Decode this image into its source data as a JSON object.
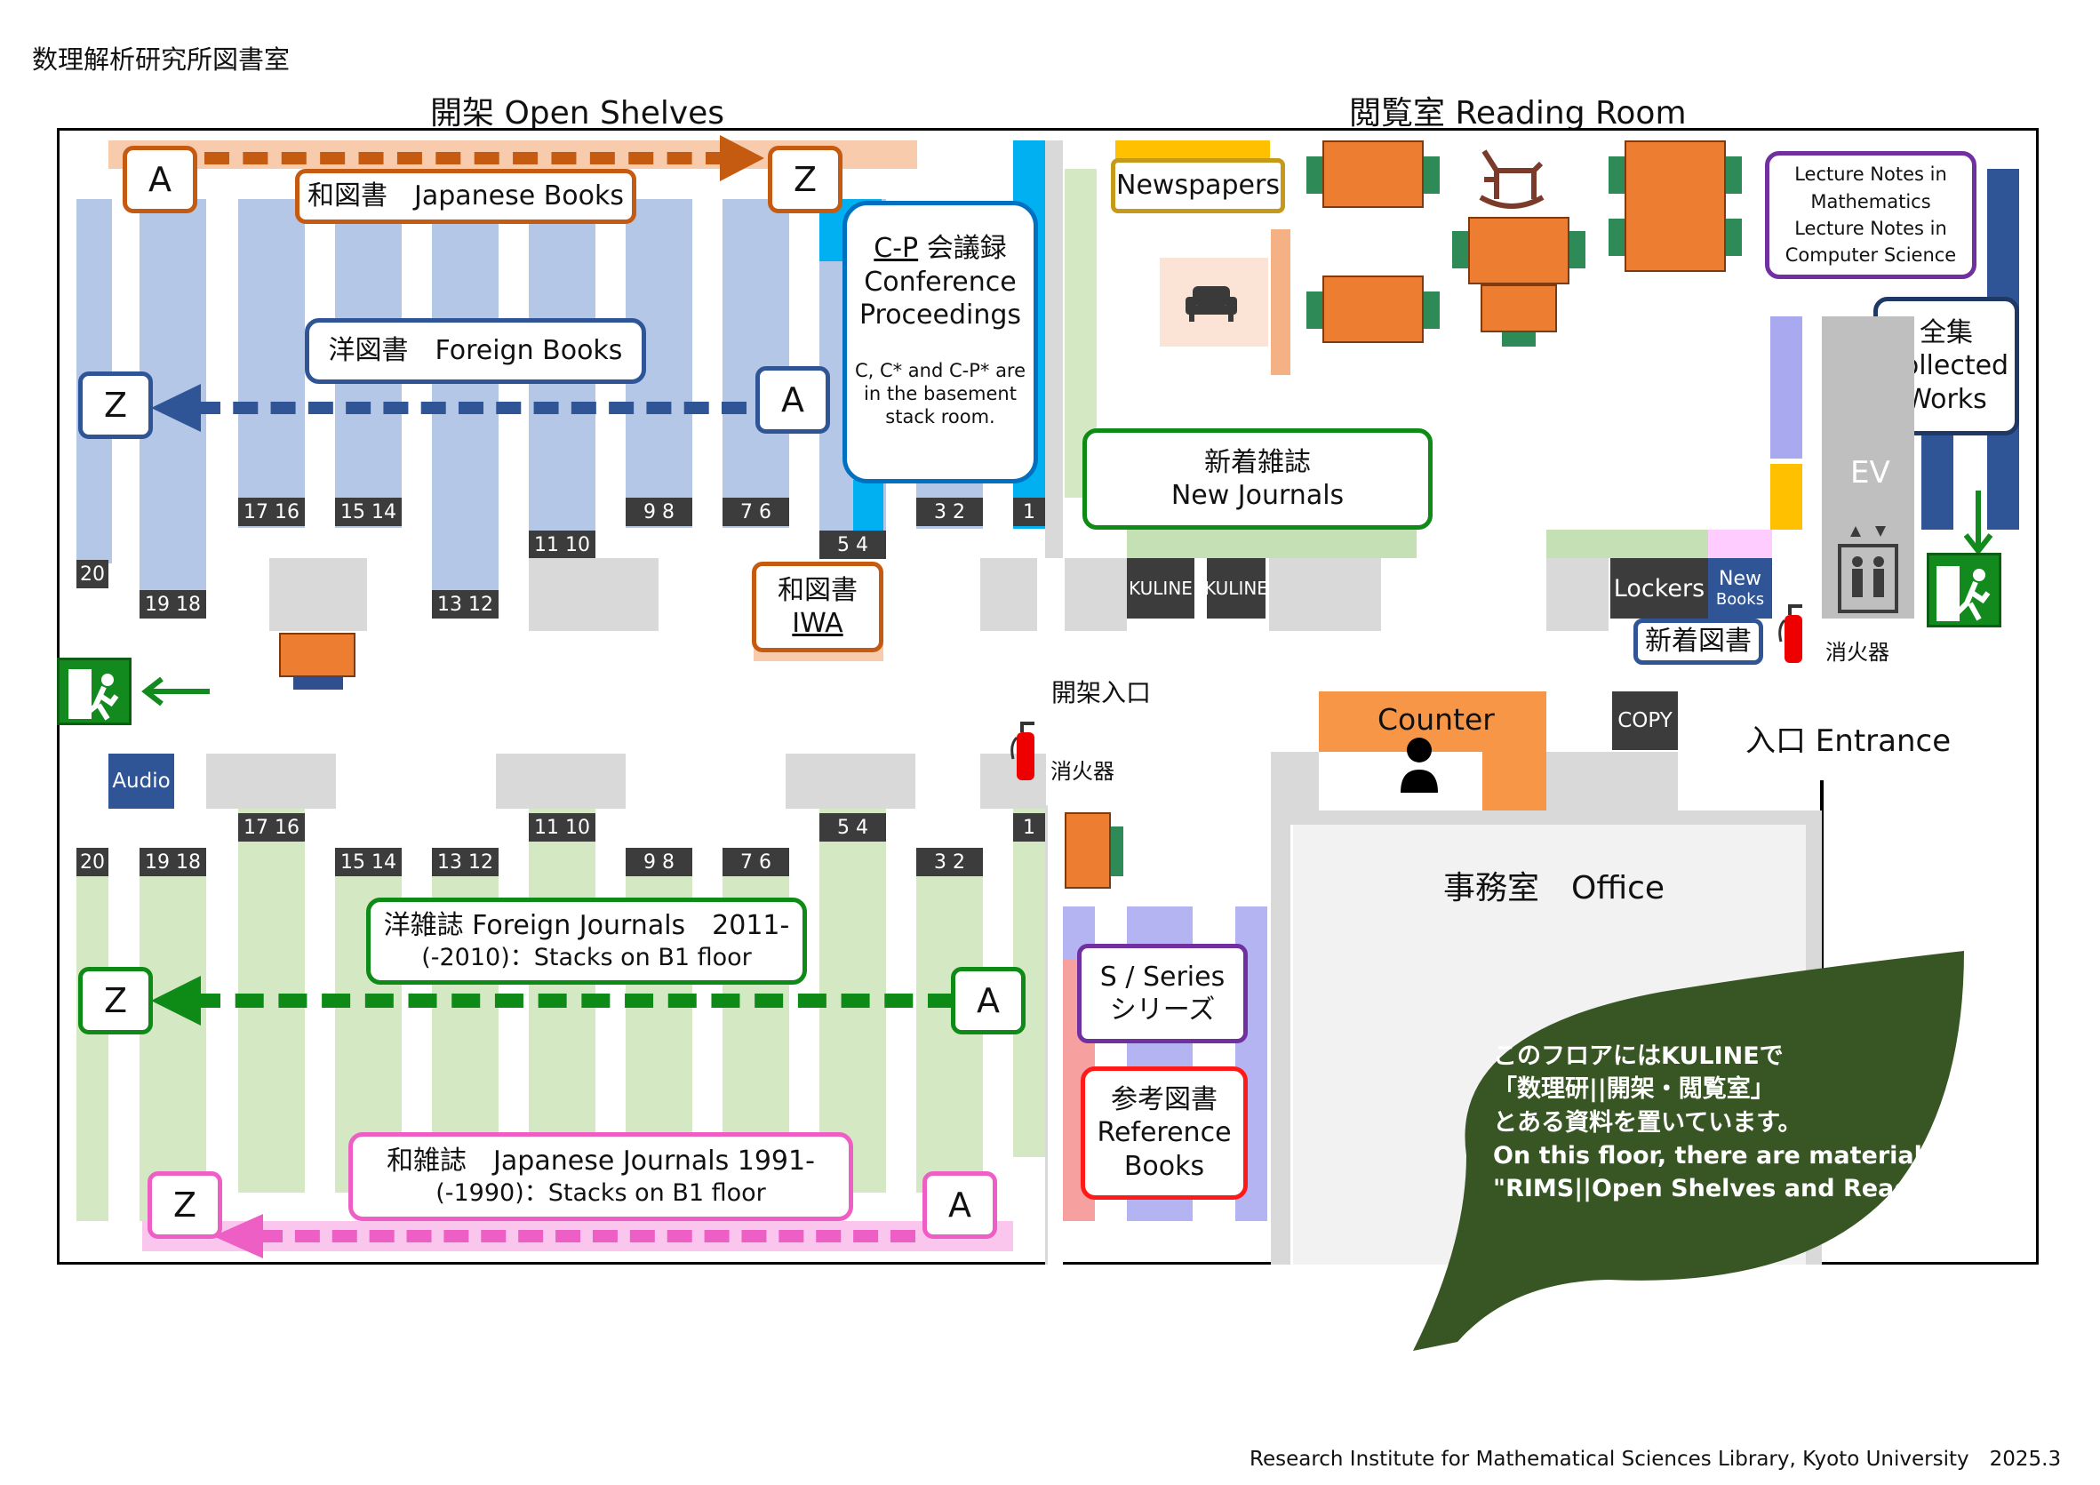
{
  "page_title": "数理解析研究所図書室",
  "footer": "Research Institute for Mathematical Sciences Library, Kyoto University　2025.3",
  "sections": {
    "open_shelves": "開架 Open Shelves",
    "reading_room": "閲覧室 Reading Room"
  },
  "top_shelves": {
    "japanese_books": {
      "label": "和図書　Japanese Books",
      "start": "A",
      "end": "Z"
    },
    "foreign_books": {
      "label": "洋図書　Foreign Books",
      "start": "A",
      "end": "Z"
    },
    "conference": {
      "title_prefix": "C-P",
      "title_jp": "会議録",
      "title_en1": "Conference",
      "title_en2": "Proceedings",
      "note1": "C, C* and C-P* are",
      "note2": "in the basement",
      "note3": "stack room."
    },
    "iwa": {
      "line1": "和図書",
      "line2": "IWA"
    },
    "row_numbers": [
      "20",
      "19 18",
      "17 16",
      "15 14",
      "13 12",
      "11 10",
      "9 8",
      "7 6",
      "5 4",
      "3 2",
      "1"
    ]
  },
  "bottom_shelves": {
    "foreign_journals": {
      "line1": "洋雑誌 Foreign Journals　2011-",
      "line2": "(-2010)：Stacks on B1 floor",
      "start": "A",
      "end": "Z"
    },
    "japanese_journals": {
      "line1": "和雑誌　Japanese Journals 1991-",
      "line2": "(-1990)：Stacks on B1 floor",
      "start": "A",
      "end": "Z"
    },
    "row_numbers": [
      "20",
      "19 18",
      "17 16",
      "15 14",
      "13 12",
      "11 10",
      "9 8",
      "7 6",
      "5 4",
      "3 2",
      "1"
    ]
  },
  "reading_room": {
    "newspapers": "Newspapers",
    "new_journals": {
      "jp": "新着雑誌",
      "en": "New Journals"
    },
    "lecture_notes": [
      "Lecture Notes in",
      "Mathematics",
      "Lecture Notes in",
      "Computer Science"
    ],
    "collected_works": {
      "jp": "全集",
      "en1": "Collected",
      "en2": "Works"
    },
    "ev": "EV",
    "kuline": "KULINE",
    "lockers": "Lockers",
    "new_books_small": [
      "New",
      "Books"
    ],
    "new_books_jp": "新着図書",
    "extinguisher": "消火器"
  },
  "entrances": {
    "open_shelf_entrance": "開架入口",
    "main_entrance": "入口 Entrance",
    "extinguisher": "消火器"
  },
  "misc": {
    "audio": "Audio",
    "counter": "Counter",
    "copy": "COPY",
    "office": "事務室　Office",
    "series": {
      "en": "S / Series",
      "jp": "シリーズ"
    },
    "reference": {
      "jp": "参考図書",
      "en1": "Reference",
      "en2": "Books"
    }
  },
  "leaf_note": [
    "このフロアにはKULINEで",
    "「数理研||開架・閲覧室」",
    "とある資料を置いています。",
    "On this floor, there are materials",
    "\"RIMS||Open Shelves and Reading"
  ],
  "colors": {
    "japanese_books": "#c55a11",
    "foreign_books": "#2f5597",
    "foreign_journals": "#0e8a16",
    "japanese_journals": "#ee5fc6",
    "conference": "#0070c0",
    "newspapers": "#c59a1a",
    "lecture_notes": "#7030a0",
    "leaf": "#375623"
  }
}
